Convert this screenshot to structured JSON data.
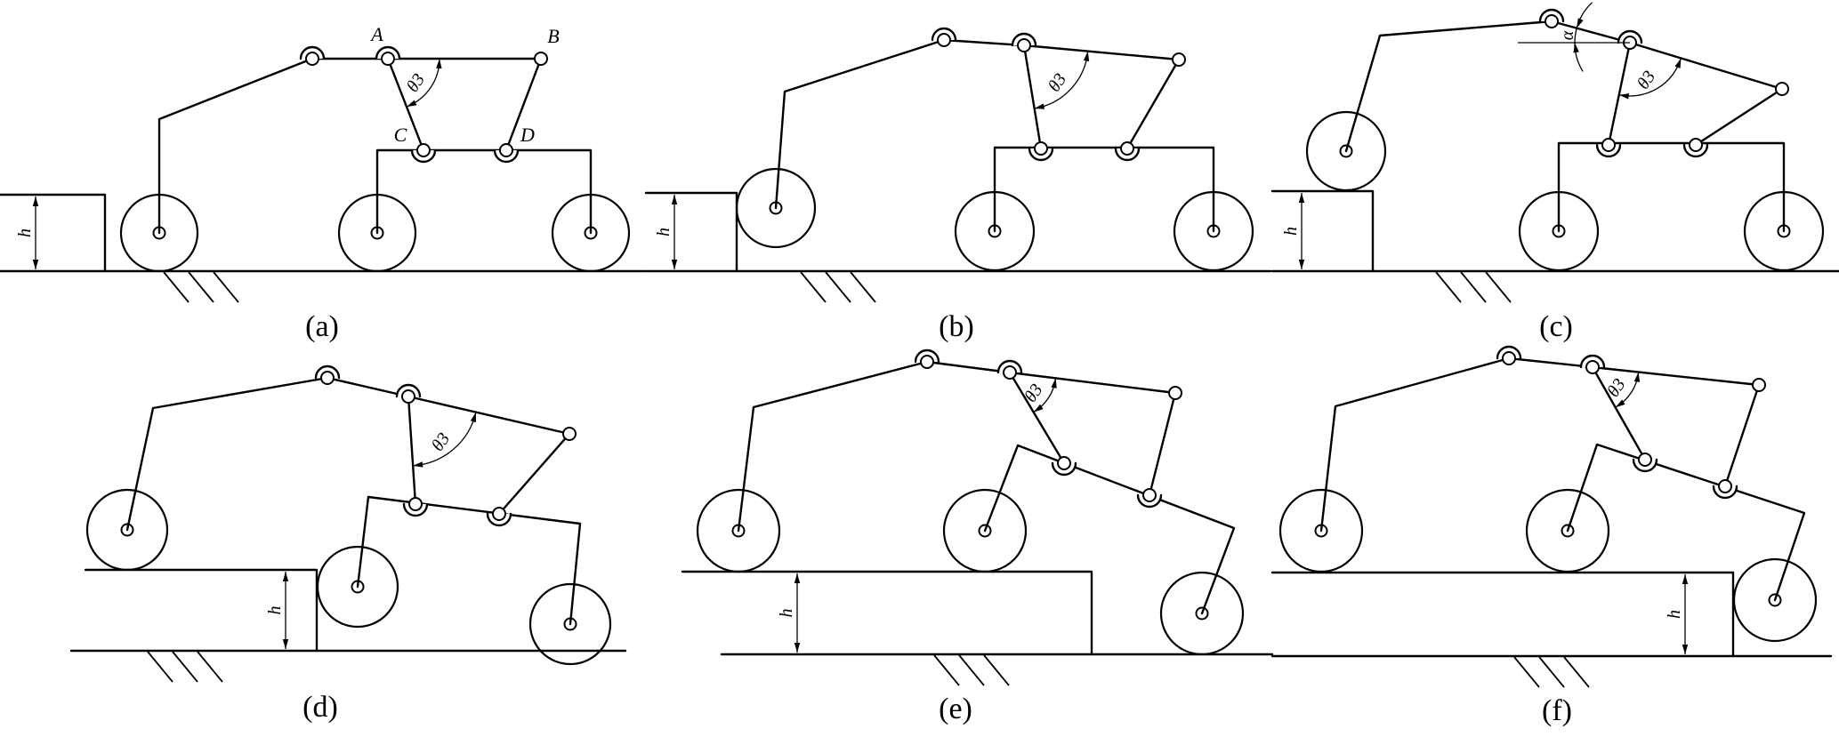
{
  "figure": {
    "description": "Obstacle-climbing sequence of a rocker-bogie style wheeled mechanism over a step of height h",
    "panels": [
      {
        "id": "a",
        "caption": "(a)",
        "height_label": "h",
        "angle_label": "θ3",
        "point_labels": [
          "A",
          "B",
          "C",
          "D"
        ],
        "extra_angle_label": null
      },
      {
        "id": "b",
        "caption": "(b)",
        "height_label": "h",
        "angle_label": "θ3",
        "point_labels": [],
        "extra_angle_label": null
      },
      {
        "id": "c",
        "caption": "(c)",
        "height_label": "h",
        "angle_label": "θ3",
        "point_labels": [],
        "extra_angle_label": "α"
      },
      {
        "id": "d",
        "caption": "(d)",
        "height_label": "h",
        "angle_label": "θ3",
        "point_labels": [],
        "extra_angle_label": null
      },
      {
        "id": "e",
        "caption": "(e)",
        "height_label": "h",
        "angle_label": "θ3",
        "point_labels": [],
        "extra_angle_label": null
      },
      {
        "id": "f",
        "caption": "(f)",
        "height_label": "h",
        "angle_label": "θ3",
        "point_labels": [],
        "extra_angle_label": null
      }
    ]
  }
}
